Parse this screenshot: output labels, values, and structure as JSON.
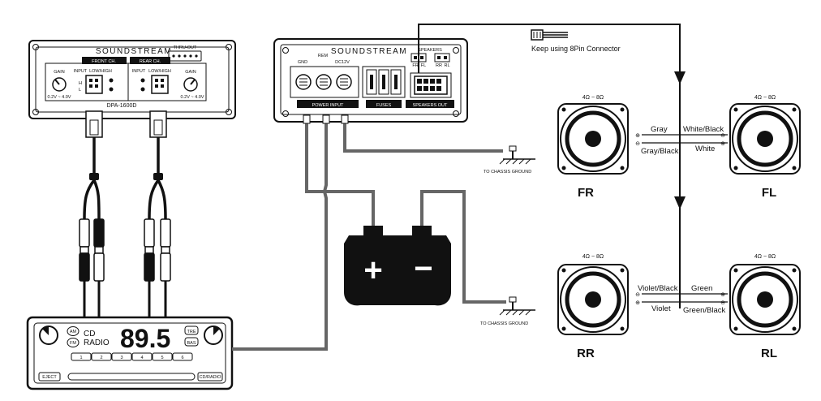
{
  "processor": {
    "brand": "SOUNDSTREAM",
    "model": "DPA-1600D",
    "thru_out": "THRU-OUT",
    "front_ch": "FRONT CH.",
    "rear_ch": "REAR CH.",
    "gain": "GAIN",
    "input": "INPUT",
    "low_high": "LOW/HIGH",
    "gain_range": "0.2V ~ 4.0V"
  },
  "amplifier": {
    "brand": "SOUNDSTREAM",
    "gnd": "GND",
    "rem": "REM",
    "dc12v": "DC12V",
    "speakers": "SPEAKERS",
    "fr": "FR",
    "fl": "FL",
    "rr": "RR",
    "rl": "RL",
    "power_input": "POWER INPUT",
    "fuses": "FUSES",
    "speakers_out": "SPEAKERS OUT"
  },
  "connector_note": "Keep using 8Pin Connector",
  "ground_label": "TO CHASSIS GROUND",
  "speakers": {
    "fr": {
      "name": "FR",
      "impedance": "4Ω ~ 8Ω"
    },
    "fl": {
      "name": "FL",
      "impedance": "4Ω ~ 8Ω"
    },
    "rr": {
      "name": "RR",
      "impedance": "4Ω ~ 8Ω"
    },
    "rl": {
      "name": "RL",
      "impedance": "4Ω ~ 8Ω"
    }
  },
  "wires": {
    "gray": "Gray",
    "gray_black": "Gray/Black",
    "white_black": "White/Black",
    "white": "White",
    "violet_black": "Violet/Black",
    "violet": "Violet",
    "green": "Green",
    "green_black": "Green/Black"
  },
  "terminals": {
    "plus": "⊕",
    "minus": "⊖"
  },
  "battery": {
    "plus": "+",
    "minus": "−"
  },
  "radio": {
    "am": "AM",
    "fm": "FM",
    "cd": "CD",
    "radio": "RADIO",
    "frequency": "89.5",
    "tre": "TRE",
    "bas": "BAS",
    "presets": [
      "1",
      "2",
      "3",
      "4",
      "5",
      "6"
    ],
    "eject": "EJECT",
    "cd_radio": "CD/RADIO"
  }
}
